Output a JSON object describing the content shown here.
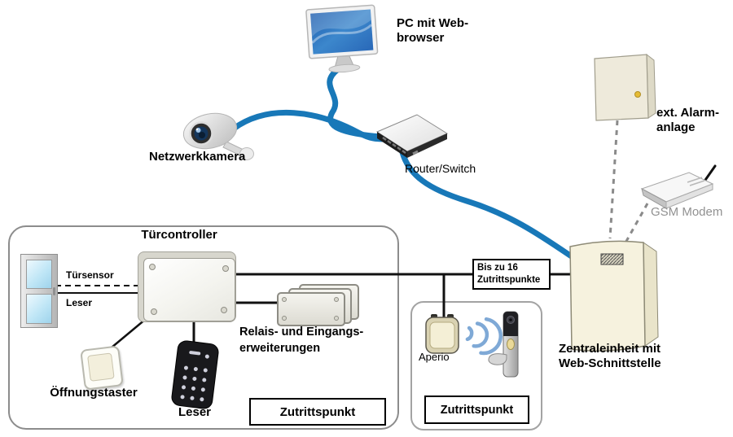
{
  "colors": {
    "cable_blue": "#1878b8",
    "signal_blue": "#7fa9d6",
    "screen_blue": "#2f6fc0",
    "device_cream": "#f4f0dc",
    "line_black": "#111111",
    "dashed_gray": "#8a8a8a",
    "muted_label_gray": "#919191"
  },
  "devices": {
    "pc": {
      "label": "PC mit Web-\nbrowser"
    },
    "camera": {
      "label": "Netzwerkkamera"
    },
    "router": {
      "label": "Router/Switch"
    },
    "alarm": {
      "label": "ext. Alarm-\nanlage"
    },
    "gsm": {
      "label": "GSM Modem"
    },
    "central": {
      "label": "Zentraleinheit mit\nWeb-Schnittstelle"
    },
    "bus": {
      "label": "Bis zu 16\nZutrittspunkte"
    },
    "controller_group": {
      "title": "Türcontroller"
    },
    "door": {
      "sensor_label": "Türsensor",
      "reader_label": "Leser"
    },
    "open_button": {
      "label": "Öffnungstaster"
    },
    "keypad": {
      "label": "Leser"
    },
    "relays": {
      "label": "Relais- und Eingangs-\nerweiterungen"
    },
    "aperio": {
      "label": "Aperio"
    },
    "access_point_left": {
      "label": "Zutrittspunkt"
    },
    "access_point_right": {
      "label": "Zutrittspunkt"
    }
  }
}
